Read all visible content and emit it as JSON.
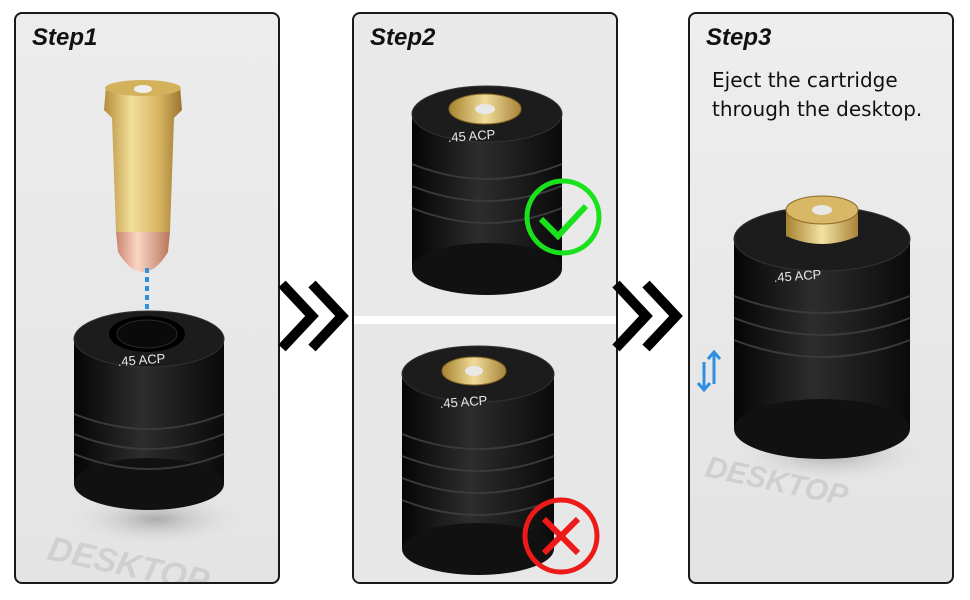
{
  "steps": [
    {
      "title": "Step1",
      "product_label": ".45 ACP",
      "surface_label": "DESKTOP"
    },
    {
      "title": "Step2",
      "correct_label": ".45 ACP",
      "wrong_label": ".45 ACP"
    },
    {
      "title": "Step3",
      "description": "Eject the cartridge through the desktop.",
      "product_label": ".45 ACP",
      "surface_label": "DESKTOP"
    }
  ],
  "icons": {
    "step_separator": "double-chevron-right-icon",
    "correct": "check-circle-icon",
    "wrong": "x-circle-icon",
    "insert_arrow": "arrow-down-icon",
    "bidirectional": "up-down-arrows-icon"
  },
  "colors": {
    "accent_blue": "#2f8fe0",
    "correct_green": "#19e21d",
    "wrong_red": "#ee1a1a",
    "brass": "#c9a449"
  }
}
